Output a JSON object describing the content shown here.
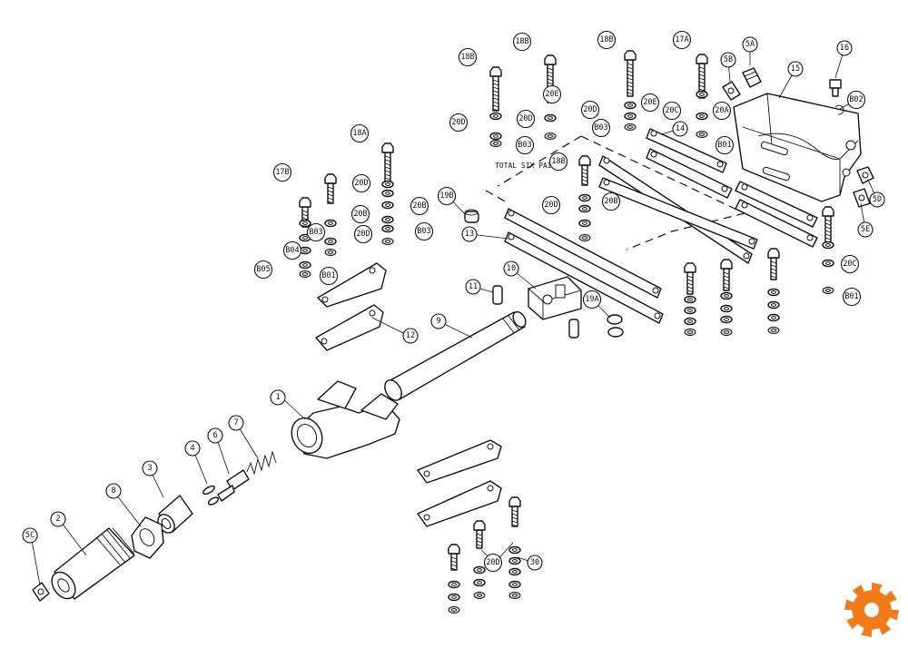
{
  "diagram": {
    "note": "TOTAL SIX PAIRS",
    "brand_color": "#f07a1a",
    "callouts": {
      "c1": "1",
      "c2": "2",
      "c3": "3",
      "c4": "4",
      "c5C": "5C",
      "c6": "6",
      "c7": "7",
      "c8": "8",
      "c9": "9",
      "c10": "10",
      "c11": "11",
      "c12": "12",
      "c13": "13",
      "c14": "14",
      "c15": "15",
      "c16": "16",
      "c5A": "5A",
      "c5B": "5B",
      "c5D": "5D",
      "c5E": "5E",
      "c17A": "17A",
      "c17B": "17B",
      "c18A": "18A",
      "c18B_1": "18B",
      "c18B_2": "18B",
      "c18B_3": "18B",
      "c18B_4": "18B",
      "c19A": "19A",
      "c19B": "19B",
      "c20A": "20A",
      "c20B_1": "20B",
      "c20B_2": "20B",
      "c20B_3": "20B",
      "c20C_1": "20C",
      "c20C_2": "20C",
      "c20D_1": "20D",
      "c20D_2": "20D",
      "c20D_3": "20D",
      "c20D_4": "20D",
      "c20D_5": "20D",
      "c20D_6": "20D",
      "c20D_7": "20D",
      "c20E_1": "20E",
      "c20E_2": "20E",
      "cB01_1": "B01",
      "cB01_2": "B01",
      "cB01_3": "B01",
      "cB02": "B02",
      "cB03_1": "B03",
      "cB03_2": "B03",
      "cB03_3": "B03",
      "cB03_4": "B03",
      "cB04": "B04",
      "cB05": "B05",
      "c30": "30"
    }
  }
}
